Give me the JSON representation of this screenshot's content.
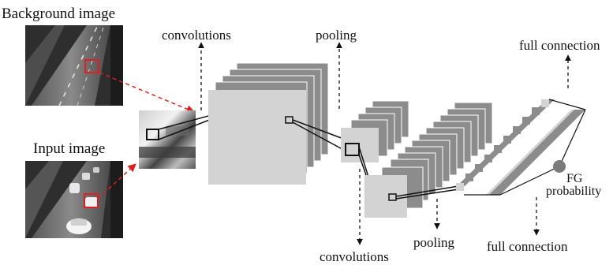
{
  "labels": {
    "background_image": "Background image",
    "input_image": "Input image",
    "conv_top": "convolutions",
    "pool_top": "pooling",
    "fc_top": "full connection",
    "conv_bottom": "convolutions",
    "pool_bottom": "pooling",
    "fc_bottom": "full connection",
    "fg": "FG",
    "probability": "probability"
  },
  "colors": {
    "highlight": "#e02020",
    "layer_face": "#d3d3d3",
    "layer_back": "#8c8c8c",
    "road_dark": "#3a3a3a",
    "road_light": "#9a9a9a"
  },
  "icons": {
    "background_photo": "road-photo",
    "input_photo": "road-with-cars-photo",
    "patch": "grayscale-patch",
    "output_node": "circle-node"
  }
}
